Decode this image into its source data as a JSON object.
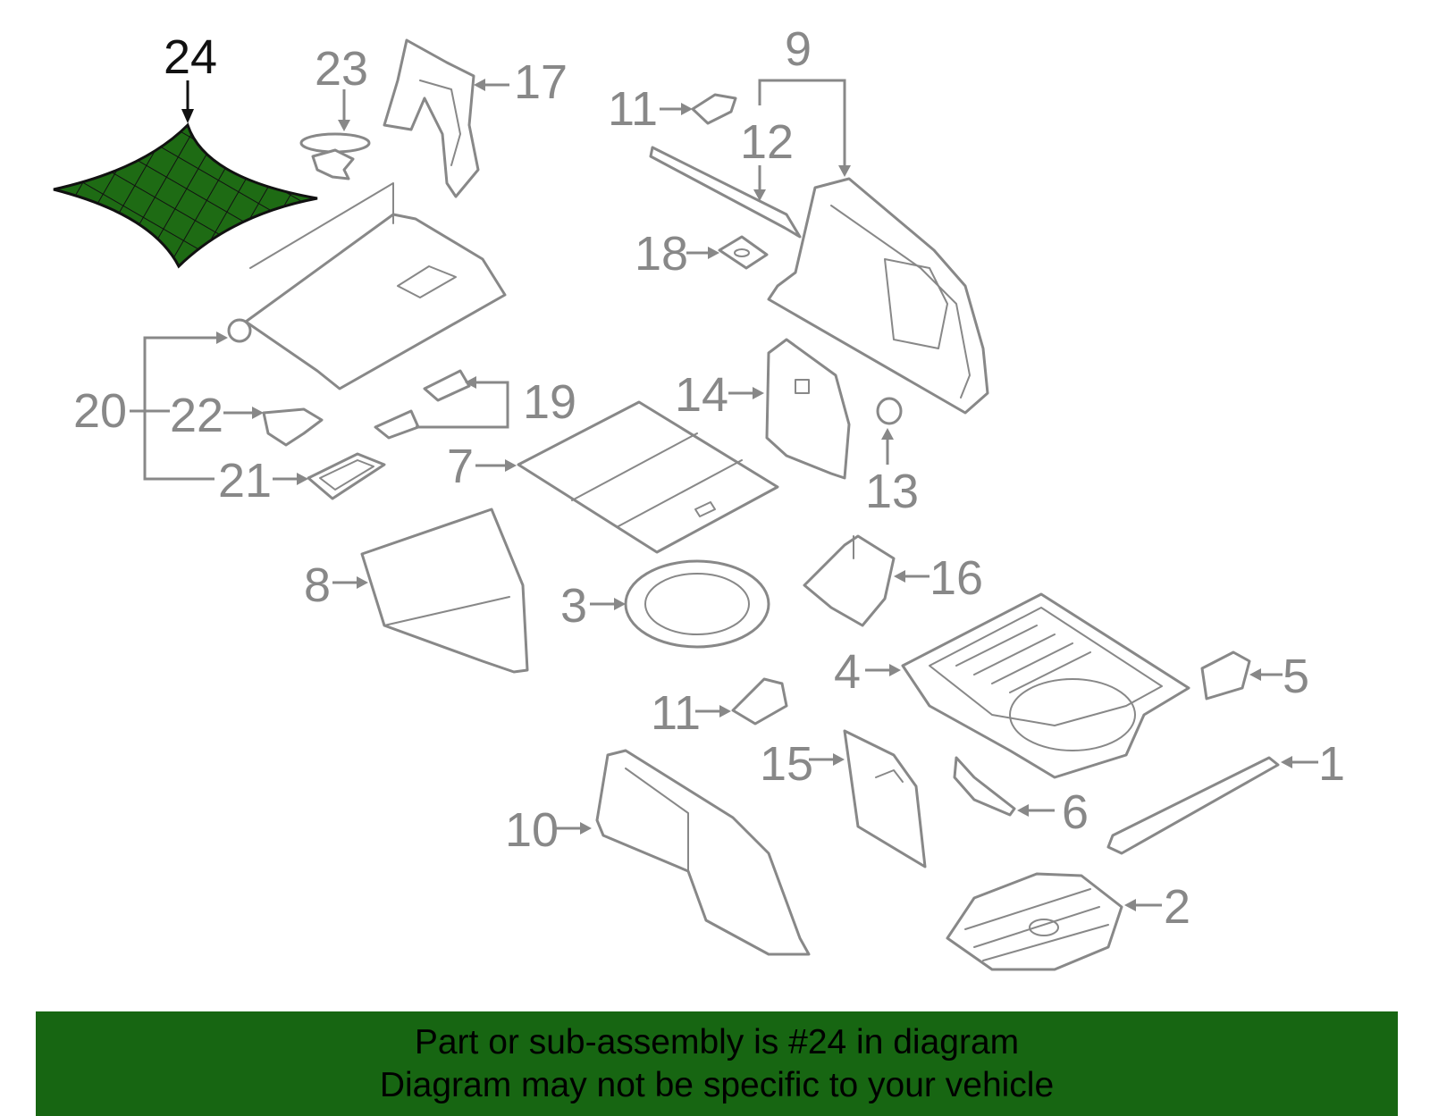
{
  "diagram": {
    "highlighted_part": "24",
    "highlight_color": "#1e6b14",
    "line_color": "#888888",
    "callouts": [
      "24",
      "23",
      "17",
      "9",
      "11",
      "12",
      "18",
      "20",
      "22",
      "19",
      "21",
      "7",
      "14",
      "13",
      "8",
      "3",
      "16",
      "4",
      "5",
      "11",
      "15",
      "6",
      "1",
      "10",
      "2"
    ]
  },
  "banner": {
    "background": "#176612",
    "line1": "Part or sub-assembly is #24 in diagram",
    "line2": "Diagram may not be specific to your vehicle"
  }
}
